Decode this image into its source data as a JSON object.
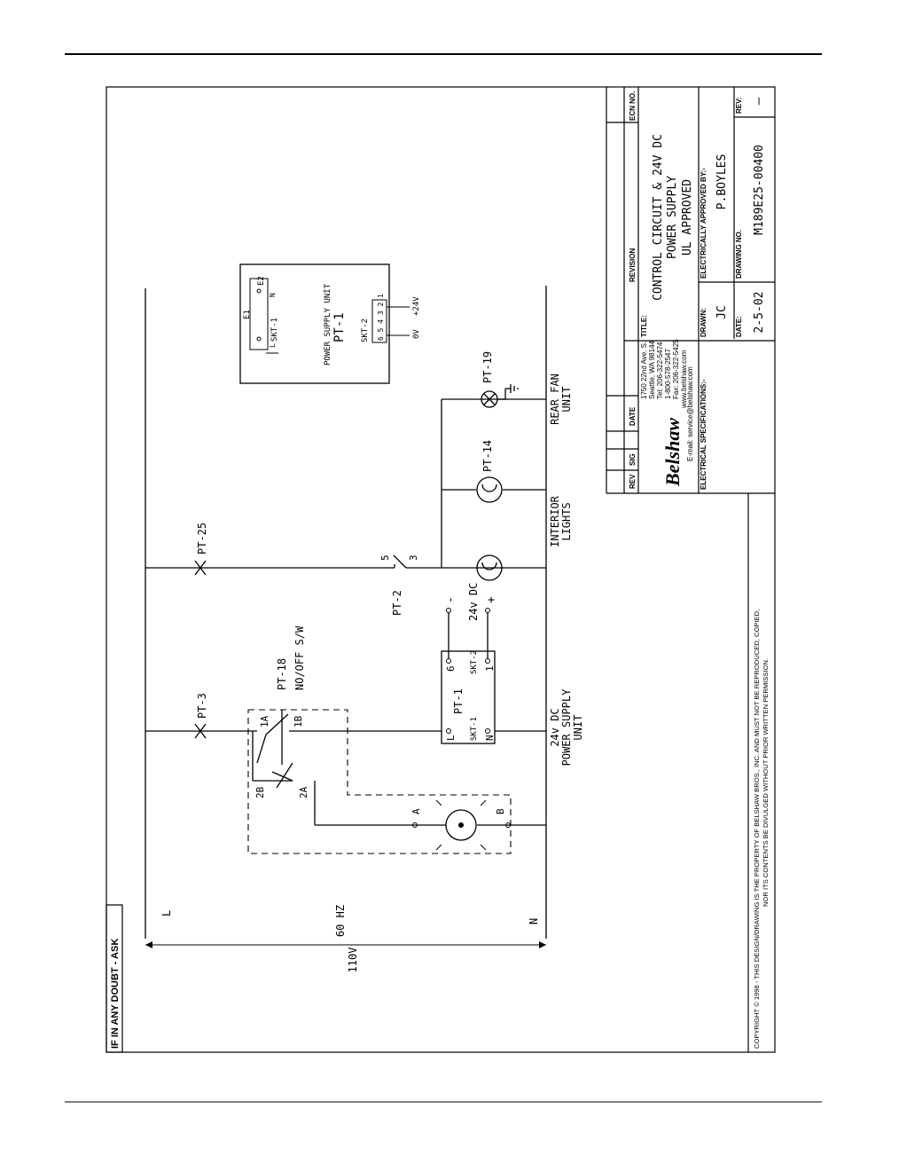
{
  "warning": "IF IN ANY DOUBT - ASK",
  "supply": {
    "line": "L",
    "neutral": "N",
    "frequency": "60 HZ",
    "voltage": "110V"
  },
  "components": {
    "pt3": "PT-3",
    "pt25": "PT-25",
    "pt18": "PT-18",
    "switch_desc": "NO/OFF S/W",
    "t1a": "1A",
    "t1b": "1B",
    "t2a": "2A",
    "t2b": "2B",
    "pt1": "PT-1",
    "skt1": "SKT-1",
    "skt2": "SKT-2",
    "pin_l": "L",
    "pin_n": "N",
    "pin_6": "6",
    "pin_1": "1",
    "psu_caption": "24v DC",
    "psu_caption2": "POWER SUPPLY",
    "psu_caption3": "UNIT",
    "dc_label": "24v DC",
    "minus": "-",
    "plus": "+",
    "pt2": "PT-2",
    "pt2_t5": "5",
    "pt2_t3": "3",
    "pt14": "PT-14",
    "pt19": "PT-19",
    "interior1": "INTERIOR",
    "interior2": "LIGHTS",
    "rearfan1": "REAR FAN",
    "rearfan2": "UNIT",
    "lamp_a": "A",
    "lamp_b": "B"
  },
  "inset": {
    "e1": "E1",
    "e2": "E2",
    "skt1": "SKT-1",
    "l": "L",
    "n": "N",
    "title1": "POWER SUPPLY UNIT",
    "title2": "PT-1",
    "skt2": "SKT-2",
    "pins": "6 5 4 3 2 1",
    "zero_v": "0V",
    "plus24": "+24V"
  },
  "title_block": {
    "rev_hdr": "REV",
    "sig_hdr": "SIG",
    "date_hdr": "DATE",
    "revision_hdr": "REVISION",
    "ecn_hdr": "ECN NO.",
    "logo": "Belshaw",
    "address": "1750 22nd Ave. S.",
    "city": "Seattle, WA 98144",
    "tel": "Tel: 206-322-5474",
    "tollfree": "1-800-578-2547",
    "fax": "Fax: 206-322-5425",
    "website": "www.belshaw.com",
    "email": "E-mail: service@belshaw.com",
    "elec_spec_hdr": "ELECTRICAL SPECIFICATIONS:-",
    "title_hdr": "TITLE:",
    "title1": "CONTROL CIRCUIT & 24V DC",
    "title2": "POWER SUPPLY",
    "title3": "UL APPROVED",
    "drawn_hdr": "DRAWN:",
    "drawn": "JC",
    "approved_hdr": "ELECTRICALLY APPROVED BY:-",
    "approved": "P.BOYLES",
    "date_hdr2": "DATE:",
    "date": "2-5-02",
    "drawing_no_hdr": "DRAWING NO.",
    "drawing_no": "M189E25-00400",
    "rev_hdr2": "REV:",
    "rev": "—"
  },
  "copyright": {
    "line1": "COPYRIGHT © 1998 - THIS DESIGN/DRAWING IS THE PROPERTY OF BELSHAW BROS., INC. AND MUST NOT BE REPRODUCED, COPIED,",
    "line2": "NOR ITS CONTENTS BE DIVULGED WITHOUT PRIOR WRITTEN PERMISSION."
  }
}
